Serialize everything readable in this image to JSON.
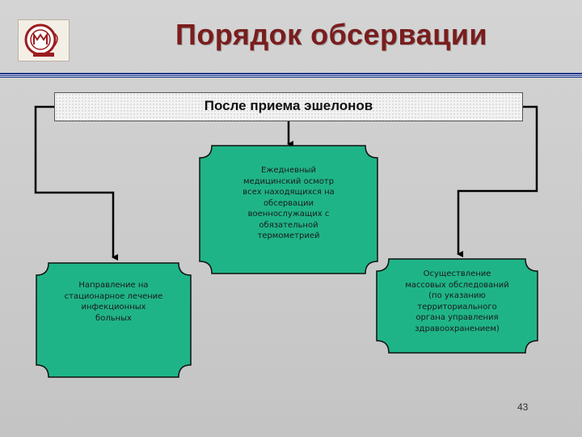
{
  "title": "Порядок обсервации",
  "header": "После приема эшелонов",
  "nodes": {
    "center": {
      "lines": [
        "Ежедневный",
        "медицинский осмотр",
        "всех находящихся на",
        "обсервации",
        "военнослужащих с",
        "обязательной",
        "термометрией"
      ]
    },
    "left": {
      "lines": [
        "Направление на",
        "стационарное лечение",
        "инфекционных",
        "больных"
      ]
    },
    "right": {
      "lines": [
        "Осуществление",
        "массовых обследований",
        "(по указанию",
        "территориального",
        "органа управления",
        "здравоохранением)"
      ]
    }
  },
  "page_number": "43",
  "colors": {
    "node_fill": "#1fb488",
    "title": "#7a1d1d",
    "rule": "#1f3a8a"
  }
}
